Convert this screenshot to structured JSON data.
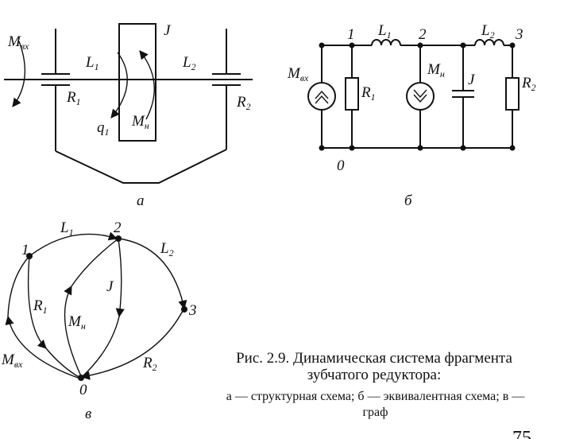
{
  "figure": {
    "caption_title": "Рис. 2.9. Динамическая система фрагмента зубчатого редуктора:",
    "caption_subtitle": "а — структурная схема; б — эквивалентная схема; в — граф",
    "page_number": "75"
  },
  "panel_a": {
    "label": "а",
    "m_in": {
      "base": "M",
      "sub": "вх"
    },
    "m_load": {
      "base": "M",
      "sub": "н"
    },
    "inertia": "J",
    "l1": {
      "base": "L",
      "sub": "1"
    },
    "l2": {
      "base": "L",
      "sub": "2"
    },
    "r1": {
      "base": "R",
      "sub": "1"
    },
    "r2": {
      "base": "R",
      "sub": "2"
    },
    "q1": {
      "base": "q",
      "sub": "1"
    }
  },
  "panel_b": {
    "label": "б",
    "node_1": "1",
    "node_2": "2",
    "node_3": "3",
    "node_0": "0",
    "l1": {
      "base": "L",
      "sub": "1"
    },
    "l2": {
      "base": "L",
      "sub": "2"
    },
    "m_in": {
      "base": "M",
      "sub": "вх"
    },
    "m_load": {
      "base": "M",
      "sub": "н"
    },
    "r1": {
      "base": "R",
      "sub": "1"
    },
    "r2": {
      "base": "R",
      "sub": "2"
    },
    "inertia": "J"
  },
  "panel_c": {
    "label": "в",
    "node_1": "1",
    "node_2": "2",
    "node_3": "3",
    "node_0": "0",
    "l1": {
      "base": "L",
      "sub": "1"
    },
    "l2": {
      "base": "L",
      "sub": "2"
    },
    "r1": {
      "base": "R",
      "sub": "1"
    },
    "r2": {
      "base": "R",
      "sub": "2"
    },
    "inertia": "J",
    "m_load": {
      "base": "M",
      "sub": "н"
    },
    "m_in": {
      "base": "M",
      "sub": "вх"
    }
  }
}
